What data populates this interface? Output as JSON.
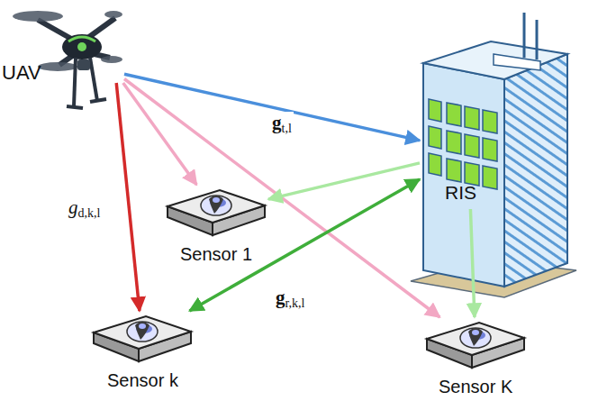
{
  "diagram": {
    "nodes": [
      {
        "text": [
          "UAV"
        ]
      },
      {
        "text": [
          "RIS"
        ]
      },
      {
        "text": [
          "Sensor 1"
        ]
      },
      {
        "text": [
          "Sensor k"
        ]
      },
      {
        "text": [
          "Sensor K"
        ]
      }
    ],
    "edges": [
      {
        "from": 0,
        "to": 1,
        "arrow": "to",
        "label": "gt,l"
      },
      {
        "from": 0,
        "to": 2,
        "arrow": "to"
      },
      {
        "from": 0,
        "to": 3,
        "arrow": "to",
        "label": "gd,k,l"
      },
      {
        "from": 0,
        "to": 4,
        "arrow": "to"
      },
      {
        "from": 1,
        "to": 2,
        "arrow": "to"
      },
      {
        "from": 1,
        "to": 3,
        "arrow": "both",
        "label": "gr,k,l"
      },
      {
        "from": 1,
        "to": 4,
        "arrow": "to"
      }
    ]
  }
}
